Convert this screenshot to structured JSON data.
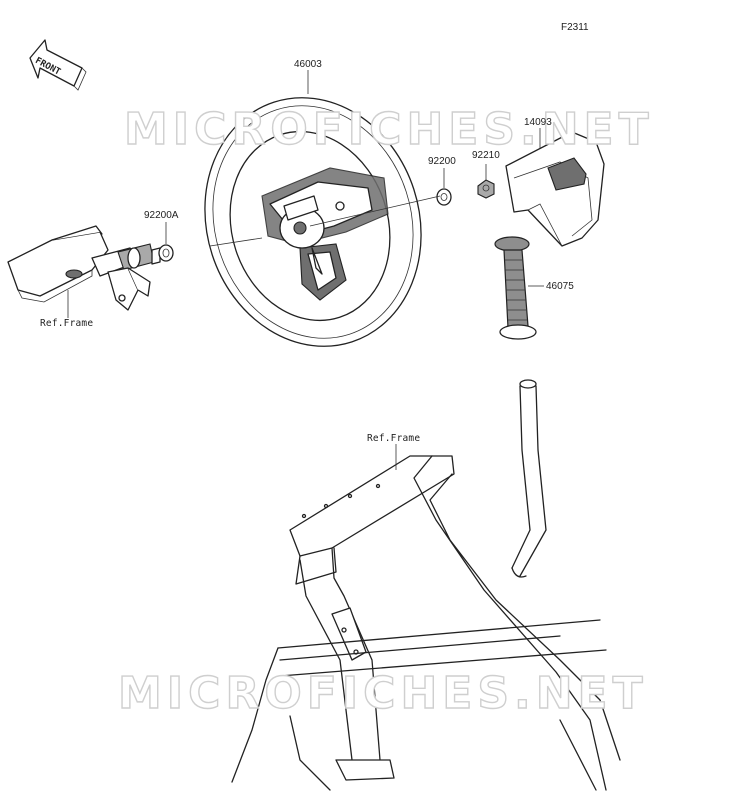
{
  "figure_code": "F2311",
  "front_label": "FRONT",
  "watermark": "MICROFICHES.NET",
  "parts": {
    "steering_wheel": "46003",
    "horn_cover": "14093",
    "nut": "92210",
    "washer": "92200",
    "washer_a": "92200A",
    "grip": "46075"
  },
  "refs": {
    "frame_left": "Ref.Frame",
    "frame_bottom": "Ref.Frame"
  }
}
